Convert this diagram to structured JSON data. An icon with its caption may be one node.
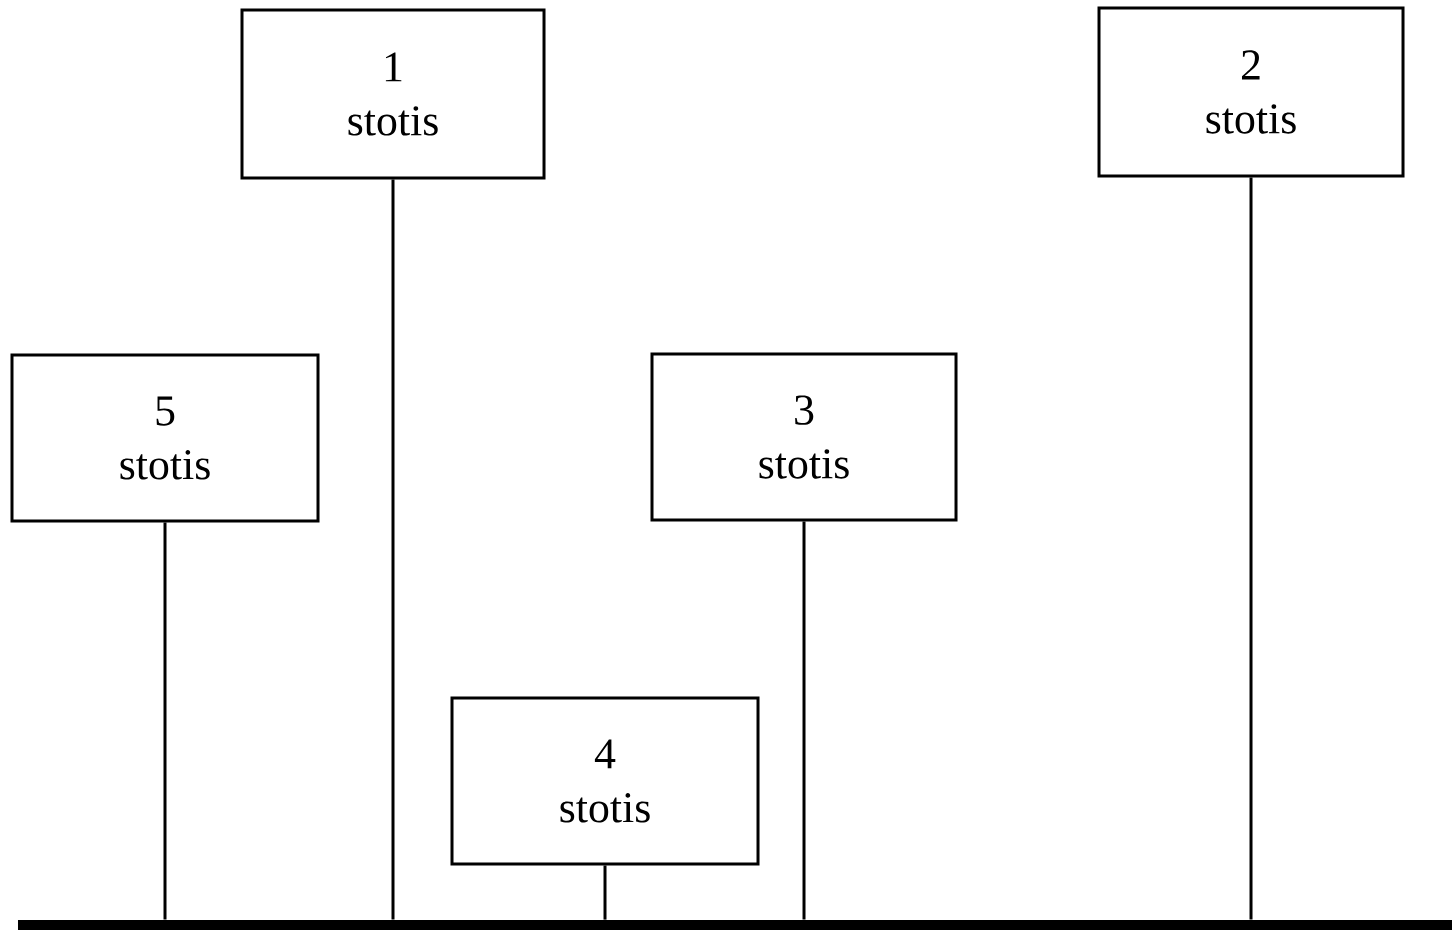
{
  "diagram": {
    "nodes": [
      {
        "text": [
          "1",
          "stotis"
        ]
      },
      {
        "text": [
          "2",
          "stotis"
        ]
      },
      {
        "text": [
          "5",
          "stotis"
        ]
      },
      {
        "text": [
          "3",
          "stotis"
        ]
      },
      {
        "text": [
          "4",
          "stotis"
        ]
      },
      {
        "text": [],
        "shape": "bar"
      }
    ],
    "edges": [
      {
        "from": 0,
        "to": 5,
        "arrow": "none"
      },
      {
        "from": 1,
        "to": 5,
        "arrow": "none"
      },
      {
        "from": 2,
        "to": 5,
        "arrow": "none"
      },
      {
        "from": 3,
        "to": 5,
        "arrow": "none"
      },
      {
        "from": 4,
        "to": 5,
        "arrow": "none"
      }
    ]
  }
}
